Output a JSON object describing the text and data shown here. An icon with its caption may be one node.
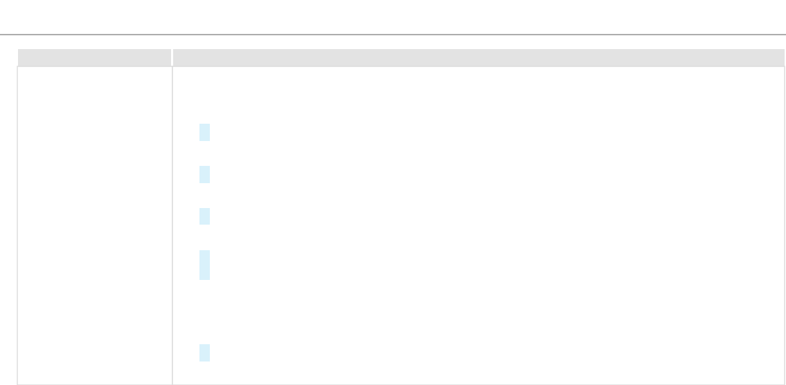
{
  "diagram": {
    "nodes": [
      {
        "text": [],
        "shape": "box"
      },
      {
        "text": [],
        "shape": "box"
      },
      {
        "text": [],
        "shape": "box"
      },
      {
        "text": [],
        "shape": "box"
      },
      {
        "text": [],
        "shape": "bar",
        "in": 3
      },
      {
        "text": [],
        "shape": "bar",
        "in": 3
      },
      {
        "text": [],
        "shape": "bar",
        "in": 3
      },
      {
        "text": [],
        "shape": "bar",
        "in": 3
      },
      {
        "text": [],
        "shape": "bar",
        "in": 3
      }
    ]
  }
}
